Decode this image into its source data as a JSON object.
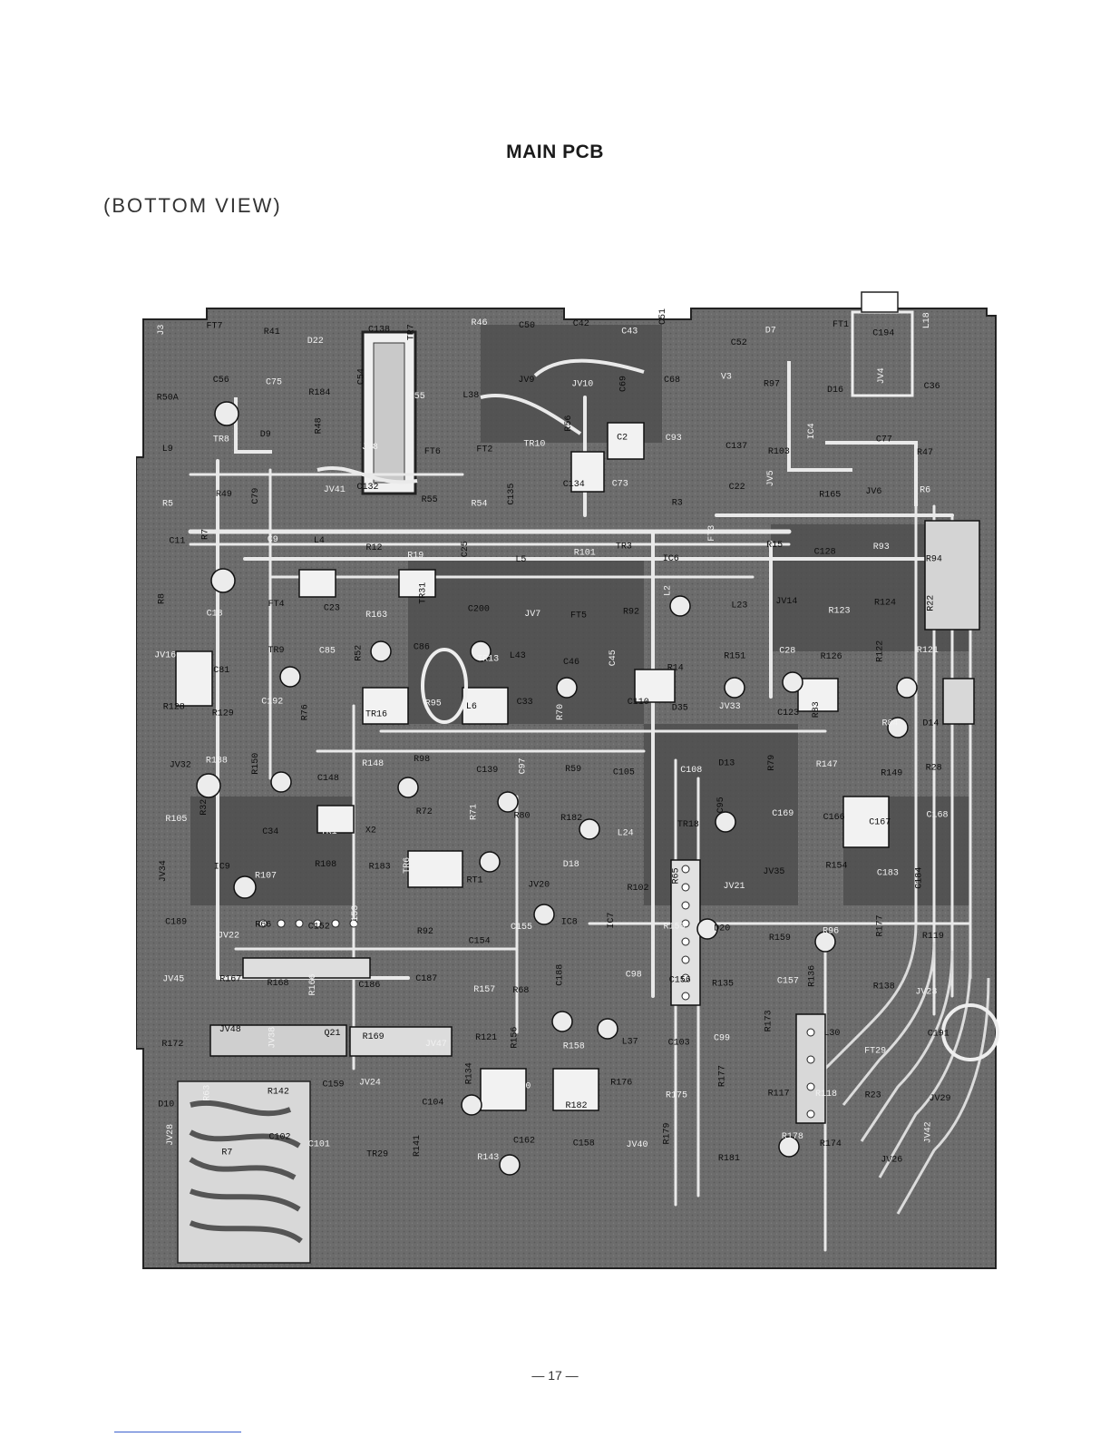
{
  "title": "MAIN PCB",
  "subtitle": "(BOTTOM  VIEW)",
  "page_number": "— 17 —",
  "colors": {
    "board": "#6f6f6f",
    "board_dark": "#4a4a4a",
    "trace": "#ededed",
    "copper_light": "#bcbcbc",
    "ink": "#111111"
  },
  "pcb_labels": [
    "J3",
    "FT7",
    "R41",
    "D22",
    "C138",
    "TR7",
    "R46",
    "C50",
    "C42",
    "C43",
    "C51",
    "C52",
    "D7",
    "FT1",
    "C194",
    "L18",
    "R50A",
    "C56",
    "C75",
    "R184",
    "C54",
    "C55",
    "L38",
    "JV9",
    "JV10",
    "C69",
    "C68",
    "V3",
    "R97",
    "D16",
    "JV4",
    "C36",
    "L9",
    "TR8",
    "D9",
    "R48",
    "JV8",
    "FT6",
    "FT2",
    "TR10",
    "R56",
    "C2",
    "C93",
    "C137",
    "R103",
    "IC4",
    "C77",
    "R47",
    "R5",
    "R49",
    "C79",
    "JV41",
    "C132",
    "R55",
    "R54",
    "C135",
    "C134",
    "C73",
    "R3",
    "C22",
    "JV5",
    "R165",
    "JV6",
    "R6",
    "C11",
    "R7",
    "C9",
    "L4",
    "R12",
    "R19",
    "C25",
    "L5",
    "R101",
    "TR3",
    "IC6",
    "FT3",
    "R15",
    "C128",
    "R93",
    "R94",
    "R8",
    "C18",
    "FT4",
    "C23",
    "R163",
    "TR31",
    "C200",
    "JV7",
    "FT5",
    "R92",
    "L2",
    "L23",
    "JV14",
    "R123",
    "R124",
    "R22",
    "JV16",
    "C81",
    "TR9",
    "C85",
    "R52",
    "C86",
    "TR13",
    "L43",
    "C46",
    "C45",
    "R14",
    "R151",
    "C28",
    "R126",
    "R122",
    "R121",
    "R128",
    "R129",
    "C192",
    "R76",
    "TR16",
    "R95",
    "L6",
    "C33",
    "R70",
    "C110",
    "D35",
    "JV33",
    "C123",
    "R83",
    "R84",
    "D14",
    "JV32",
    "R188",
    "R150",
    "C148",
    "R148",
    "R98",
    "C139",
    "C97",
    "R59",
    "C105",
    "C108",
    "D13",
    "R79",
    "R147",
    "R149",
    "R28",
    "R105",
    "R32",
    "C34",
    "TR1",
    "X2",
    "R72",
    "R71",
    "R80",
    "R182",
    "L24",
    "TR18",
    "C95",
    "C169",
    "C166",
    "C167",
    "C168",
    "JV34",
    "IC9",
    "R107",
    "R108",
    "R183",
    "TR6",
    "RT1",
    "JV20",
    "D18",
    "R102",
    "R65",
    "JV21",
    "JV35",
    "R154",
    "C183",
    "C184",
    "C189",
    "JV22",
    "R66",
    "C152",
    "C153",
    "R92",
    "C154",
    "C155",
    "IC8",
    "IC7",
    "R153",
    "D20",
    "R159",
    "R96",
    "R177",
    "R119",
    "JV45",
    "R167",
    "R168",
    "R166",
    "C186",
    "C187",
    "R157",
    "R68",
    "C188",
    "C98",
    "C156",
    "R135",
    "C157",
    "R136",
    "R138",
    "JV23",
    "R172",
    "JV48",
    "JV38",
    "Q21",
    "R169",
    "JV47",
    "R121",
    "R156",
    "R158",
    "L37",
    "C103",
    "C99",
    "R173",
    "L30",
    "FT29",
    "C191",
    "D10",
    "R63",
    "R142",
    "C159",
    "JV24",
    "C104",
    "R134",
    "R120",
    "R182",
    "R176",
    "R175",
    "R177",
    "R117",
    "R118",
    "R23",
    "JV29",
    "JV28",
    "R7",
    "C102",
    "C101",
    "TR29",
    "R141",
    "R143",
    "C162",
    "C158",
    "JV40",
    "R179",
    "R181",
    "R178",
    "R174",
    "JV26",
    "JV42"
  ]
}
